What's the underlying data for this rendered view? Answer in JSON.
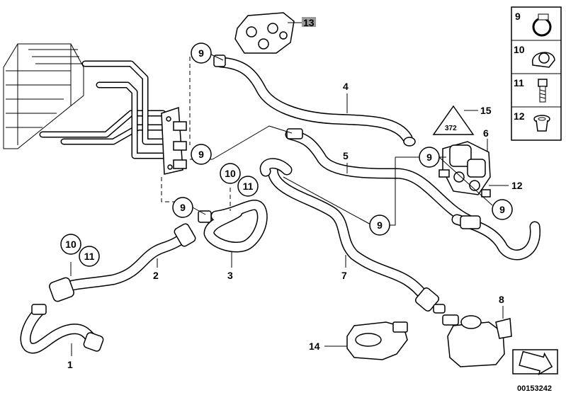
{
  "part_labels": {
    "p1": "1",
    "p2": "2",
    "p3": "3",
    "p4": "4",
    "p5": "5",
    "p6": "6",
    "p7": "7",
    "p8": "8",
    "p12": "12",
    "p13": "13",
    "p14": "14",
    "p15": "15"
  },
  "callouts": {
    "c9a": "9",
    "c9b": "9",
    "c9c": "9",
    "c9d": "9",
    "c9e": "9",
    "c9f": "9",
    "c10a": "10",
    "c11a": "11",
    "c10b": "10",
    "c11b": "11"
  },
  "legend": {
    "items": [
      {
        "label": "9",
        "icon": "hose-clamp-icon"
      },
      {
        "label": "10",
        "icon": "pipe-clip-icon"
      },
      {
        "label": "11",
        "icon": "screw-icon"
      },
      {
        "label": "12",
        "icon": "grommet-icon"
      }
    ]
  },
  "warning_sign": {
    "text": "372"
  },
  "diagram_number": "00153242"
}
